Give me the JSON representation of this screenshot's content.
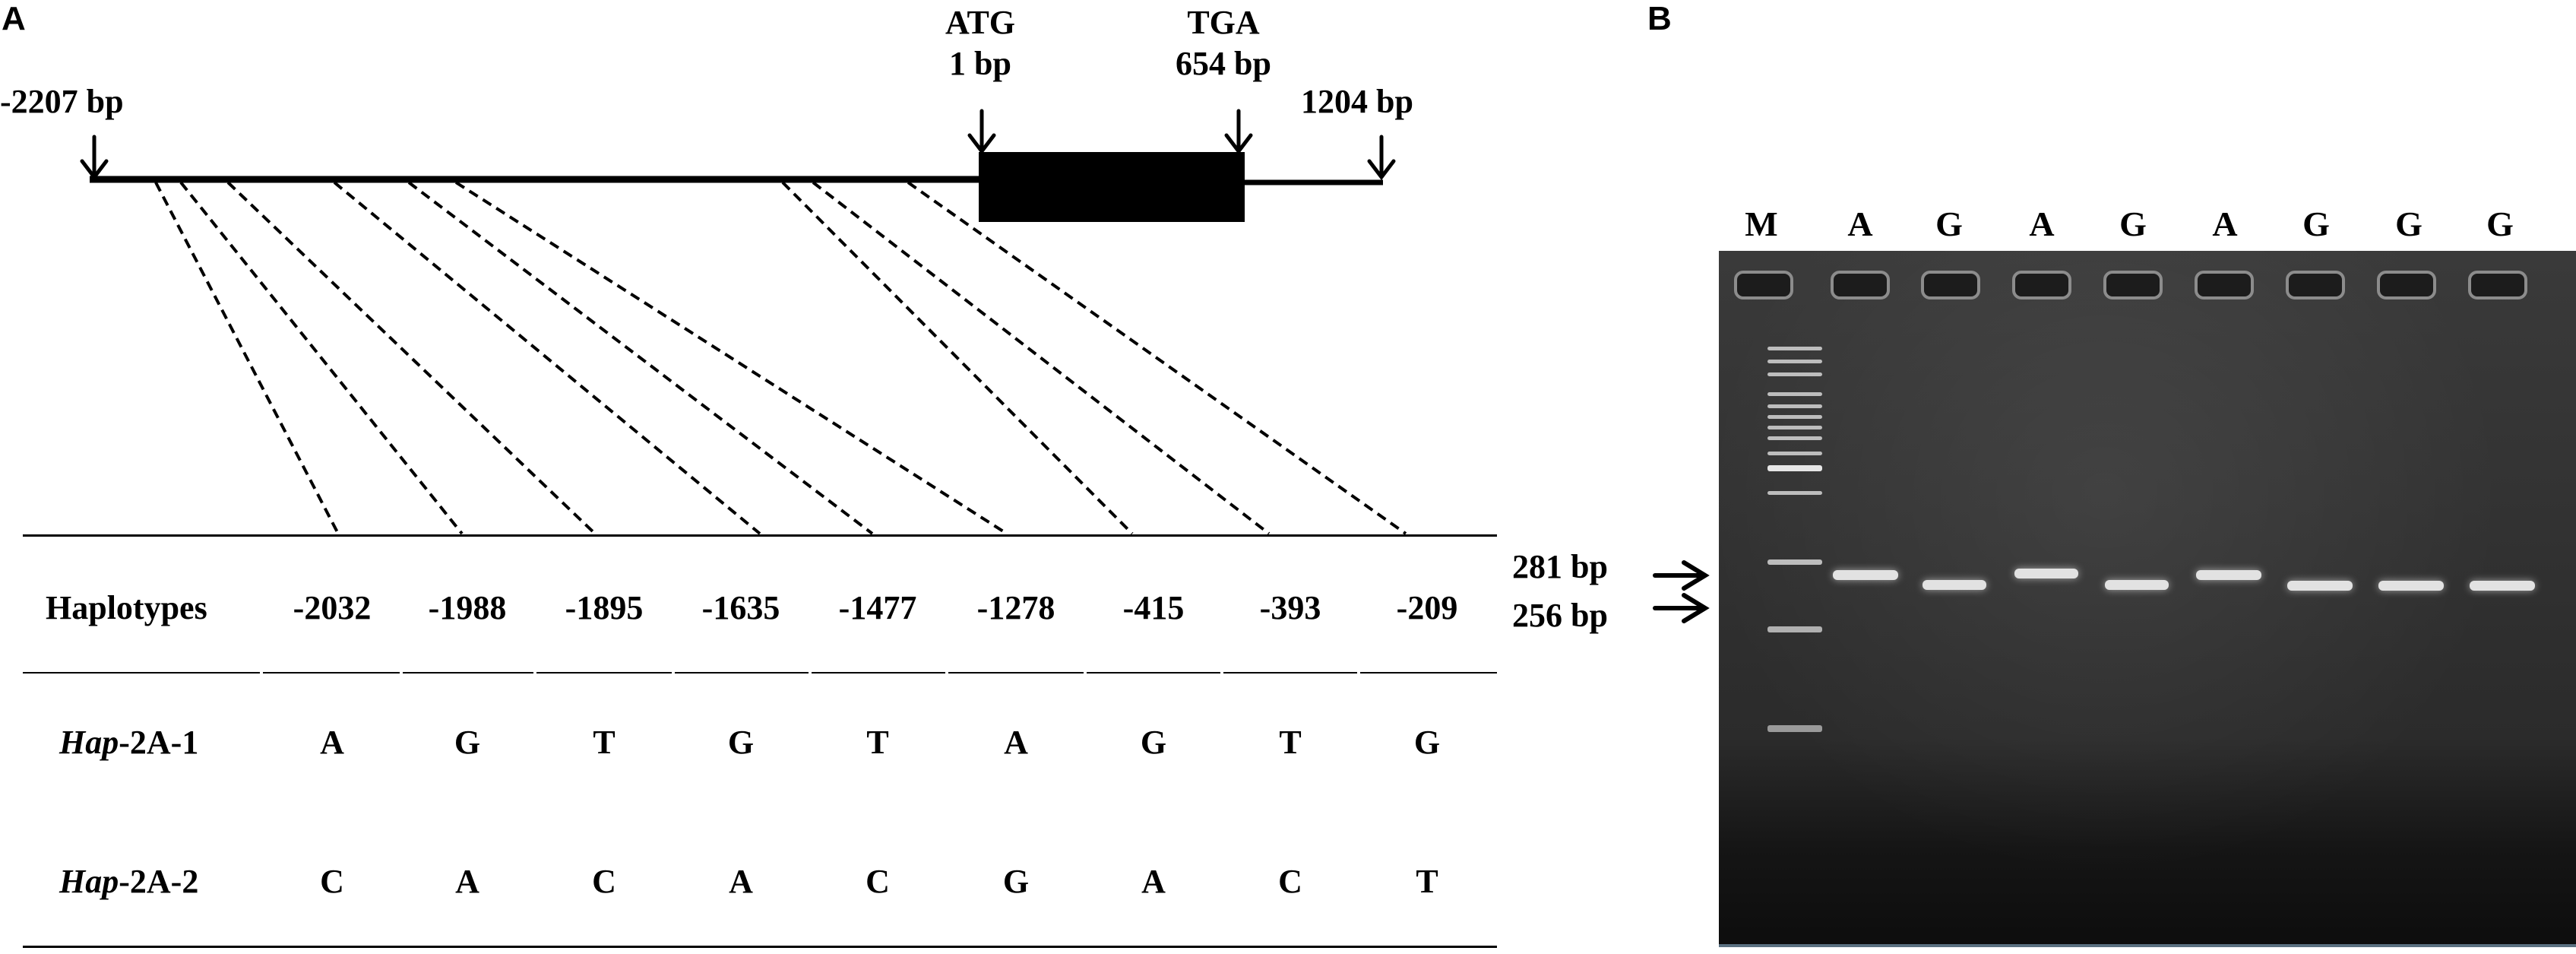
{
  "panel_a": {
    "letter": "A",
    "gene_labels": {
      "start": "-2207 bp",
      "atg_codon": "ATG",
      "atg_pos": "1 bp",
      "tga_codon": "TGA",
      "tga_pos": "654 bp",
      "end": "1204 bp"
    },
    "table": {
      "header": "Haplotypes",
      "positions": [
        "-2032",
        "-1988",
        "-1895",
        "-1635",
        "-1477",
        "-1278",
        "-415",
        "-393",
        "-209"
      ],
      "rows": [
        {
          "name_italic": "Hap",
          "name_rest": "-2A-1",
          "alleles": [
            "A",
            "G",
            "T",
            "G",
            "T",
            "A",
            "G",
            "T",
            "G"
          ]
        },
        {
          "name_italic": "Hap",
          "name_rest": "-2A-2",
          "alleles": [
            "C",
            "A",
            "C",
            "A",
            "C",
            "G",
            "A",
            "C",
            "T"
          ]
        }
      ]
    }
  },
  "panel_b": {
    "letter": "B",
    "lanes": [
      "M",
      "A",
      "G",
      "A",
      "G",
      "A",
      "G",
      "G",
      "G"
    ],
    "size_labels": [
      "281 bp",
      "256 bp"
    ]
  }
}
